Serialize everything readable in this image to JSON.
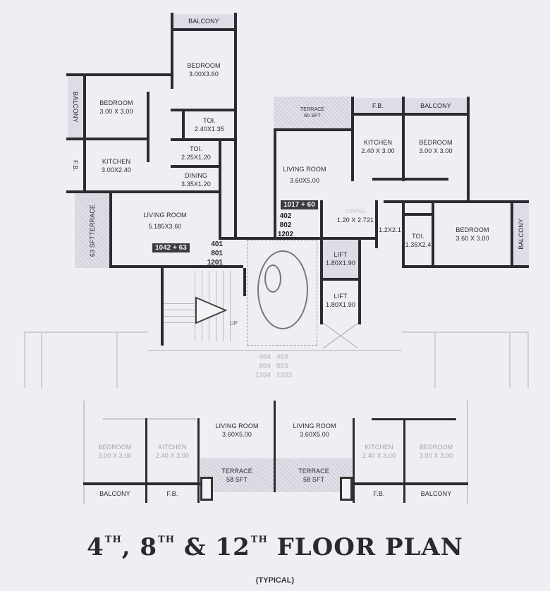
{
  "title": {
    "parts": [
      {
        "num": "4",
        "sup": "TH"
      },
      {
        "num": "8",
        "sup": "TH"
      },
      {
        "num": "12",
        "sup": "TH"
      }
    ],
    "sep1": ", ",
    "sep2": " & ",
    "text": "FLOOR PLAN",
    "full": "4TH, 8TH & 12TH FLOOR PLAN",
    "subtitle": "(TYPICAL)"
  },
  "units": {
    "flat_401": {
      "numbers": [
        "401",
        "801",
        "1201"
      ],
      "area_badge": "1042 + 63",
      "rooms": {
        "balcony_top": {
          "name": "BALCONY"
        },
        "bedroom_1": {
          "name": "BEDROOM",
          "dim": "3.00X3.60"
        },
        "balcony_side": {
          "name": "BALCONY"
        },
        "bedroom_2": {
          "name": "BEDROOM",
          "dim": "3.00 X 3.00"
        },
        "toilet_1": {
          "name": "TOI.",
          "dim": "2.40X1.35"
        },
        "toilet_2": {
          "name": "TOI.",
          "dim": "2.25X1.20"
        },
        "fb": {
          "name": "F.B."
        },
        "kitchen": {
          "name": "KITCHEN",
          "dim": "3.00X2.40"
        },
        "dining": {
          "name": "DINING",
          "dim": "3.35X1.20"
        },
        "terrace": {
          "name": "TERRACE",
          "area": "63 SFT"
        },
        "living": {
          "name": "LIVING ROOM",
          "dim": "5.185X3.60"
        }
      }
    },
    "flat_402": {
      "numbers": [
        "402",
        "802",
        "1202"
      ],
      "area_badge": "1017 + 60",
      "rooms": {
        "terrace": {
          "name": "TERRACE",
          "area": "60 SFT"
        },
        "fb": {
          "name": "F.B."
        },
        "balcony_top": {
          "name": "BALCONY"
        },
        "kitchen": {
          "name": "KITCHEN",
          "dim": "2.40 X 3.00"
        },
        "bedroom_1": {
          "name": "BEDROOM",
          "dim": "3.00 X 3.00"
        },
        "living": {
          "name": "LIVING ROOM",
          "dim": "3.60X5.00"
        },
        "dining": {
          "name": "DINING",
          "dim": "1.20 X 2.721"
        },
        "passage": {
          "name": "",
          "dim": "1.2X2.1"
        },
        "toilet": {
          "name": "TOI.",
          "dim": "1.35X2.4"
        },
        "bedroom_2": {
          "name": "BEDROOM",
          "dim": "3.60 X 3.00"
        },
        "balcony_side": {
          "name": "BALCONY"
        }
      }
    },
    "flat_403": {
      "numbers": [
        "403",
        "803",
        "1203"
      ],
      "rooms": {
        "living": {
          "name": "LIVING ROOM",
          "dim": "3.60X5.00"
        },
        "kitchen": {
          "name": "KITCHEN",
          "dim": "2.40 X 3.00"
        },
        "bedroom": {
          "name": "BEDROOM",
          "dim": "3.00 X 3.00"
        },
        "terrace": {
          "name": "TERRACE",
          "area": "58 SFT"
        },
        "fb": {
          "name": "F.B."
        },
        "balcony": {
          "name": "BALCONY"
        }
      }
    },
    "flat_404": {
      "numbers": [
        "404",
        "804",
        "1204"
      ],
      "rooms": {
        "living": {
          "name": "LIVING ROOM",
          "dim": "3.60X5.00"
        },
        "bedroom": {
          "name": "BEDROOM",
          "dim": "3.00 X 3.00"
        },
        "kitchen": {
          "name": "KITCHEN",
          "dim": "2.40 X 3.00"
        },
        "terrace": {
          "name": "TERRACE",
          "area": "58 SFT"
        },
        "balcony": {
          "name": "BALCONY"
        },
        "fb": {
          "name": "F.B."
        }
      }
    }
  },
  "core": {
    "lift_1": {
      "name": "LIFT",
      "dim": "1.80X1.90"
    },
    "lift_2": {
      "name": "LIFT",
      "dim": "1.80X1.90"
    },
    "stair_label": "UP"
  }
}
